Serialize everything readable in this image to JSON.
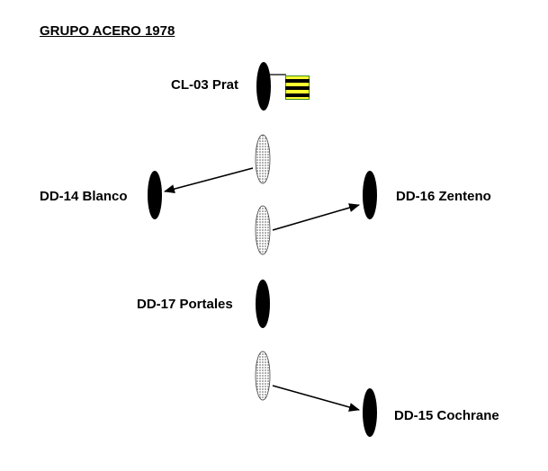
{
  "title": "GRUPO ACERO 1978",
  "ships": {
    "prat": {
      "label": "CL-03 Prat"
    },
    "blanco": {
      "label": "DD-14 Blanco"
    },
    "zenteno": {
      "label": "DD-16 Zenteno"
    },
    "portales": {
      "label": "DD-17 Portales"
    },
    "cochrane": {
      "label": "DD-15 Cochrane"
    }
  },
  "colors": {
    "ship": "#000000",
    "former_position": "#bbbbbb",
    "flag_yellow": "#ffff33",
    "flag_stripe": "#000000",
    "flag_accent": "#3a8a20"
  }
}
